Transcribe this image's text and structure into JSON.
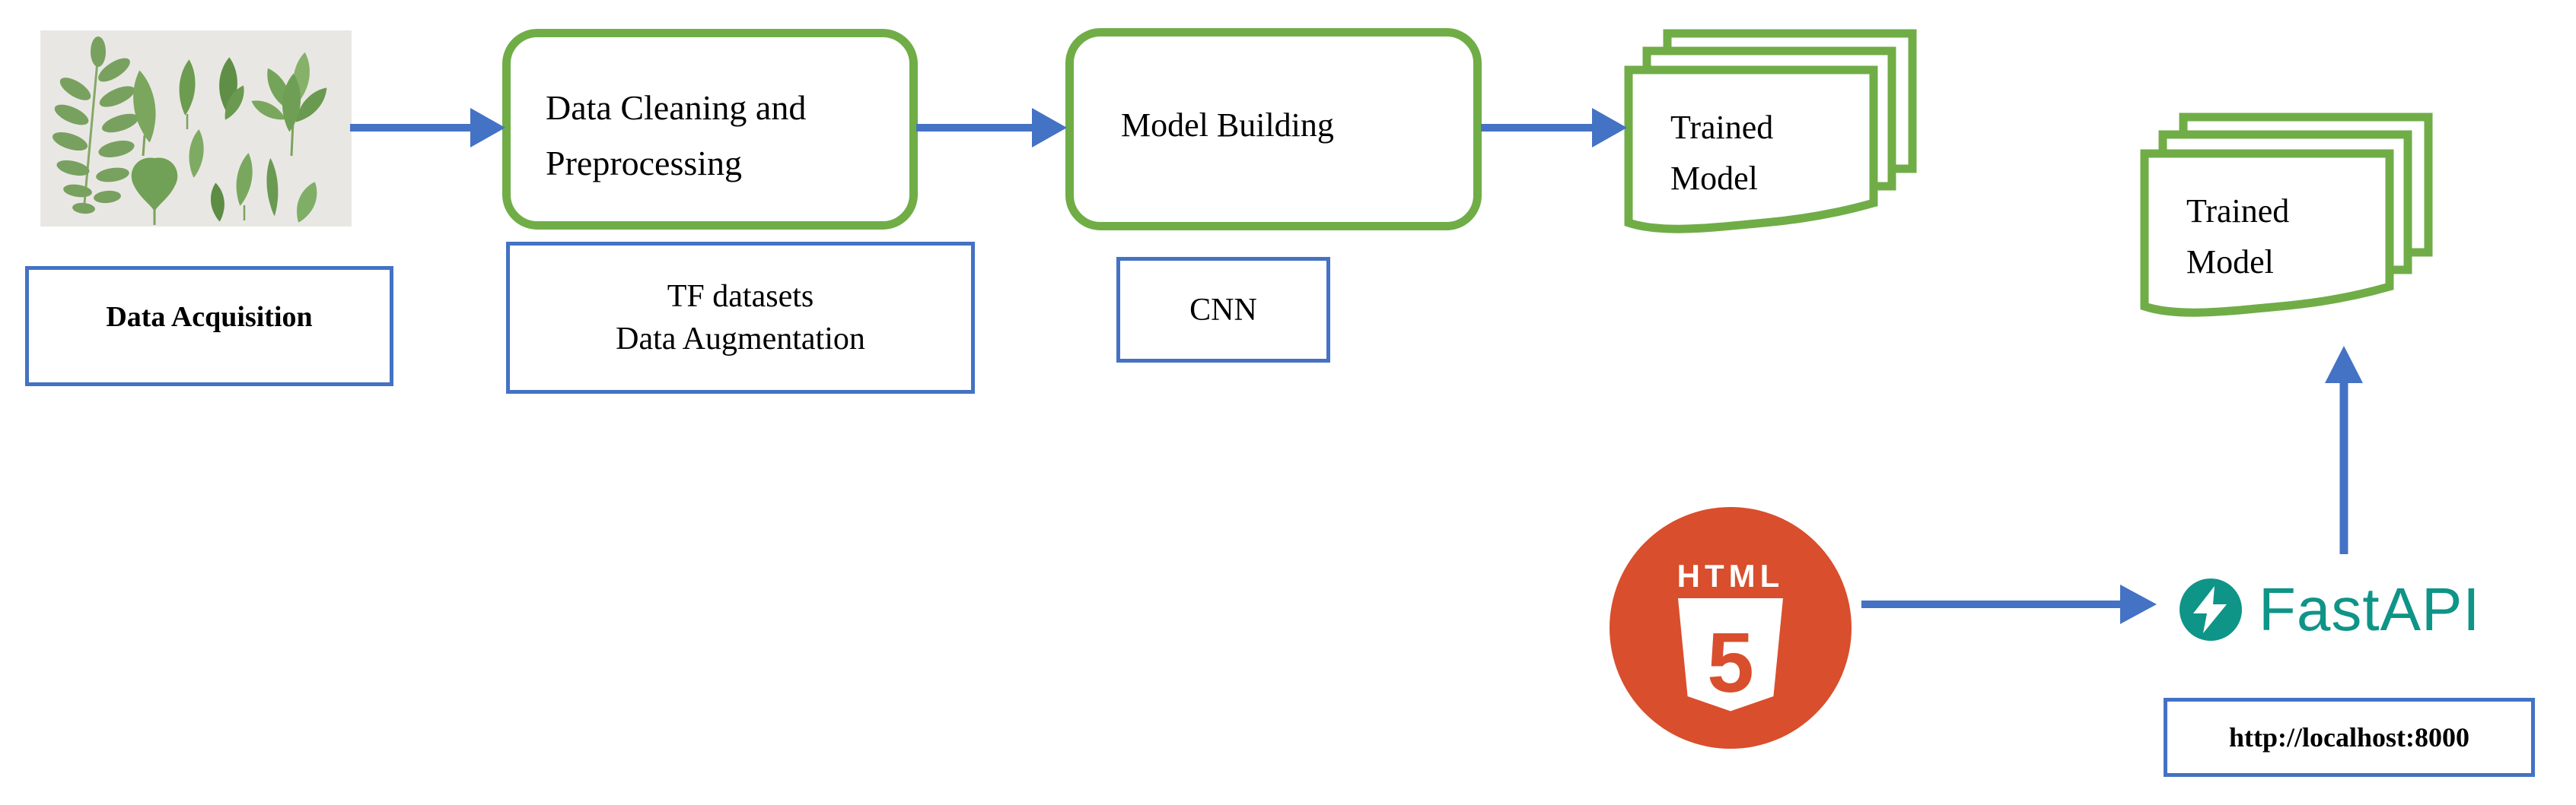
{
  "title": "Leaf disease classification ML pipeline diagram",
  "colors": {
    "process_green": "#70ad47",
    "arrow_blue": "#4472c4",
    "label_border_blue": "#4472c4",
    "html5_orange": "#d94e2c",
    "fastapi_teal": "#0f9488",
    "photo_background": "#e9e7e3",
    "text": "#000000"
  },
  "nodes": {
    "data_acquisition": {
      "label": "Data Acquisition"
    },
    "data_cleaning": {
      "line1": "Data Cleaning and",
      "line2": "Preprocessing"
    },
    "tf_datasets": {
      "line1": "TF datasets",
      "line2": "Data Augmentation"
    },
    "model_building": {
      "label": "Model Building"
    },
    "cnn": {
      "label": "CNN"
    },
    "trained_model_top": {
      "line1": "Trained",
      "line2": "Model"
    },
    "trained_model_right": {
      "line1": "Trained",
      "line2": "Model"
    },
    "html5_logo": {
      "word": "HTML",
      "number": "5"
    },
    "fastapi_logo": {
      "label": "FastAPI"
    },
    "localhost": {
      "label": "http://localhost:8000"
    }
  }
}
